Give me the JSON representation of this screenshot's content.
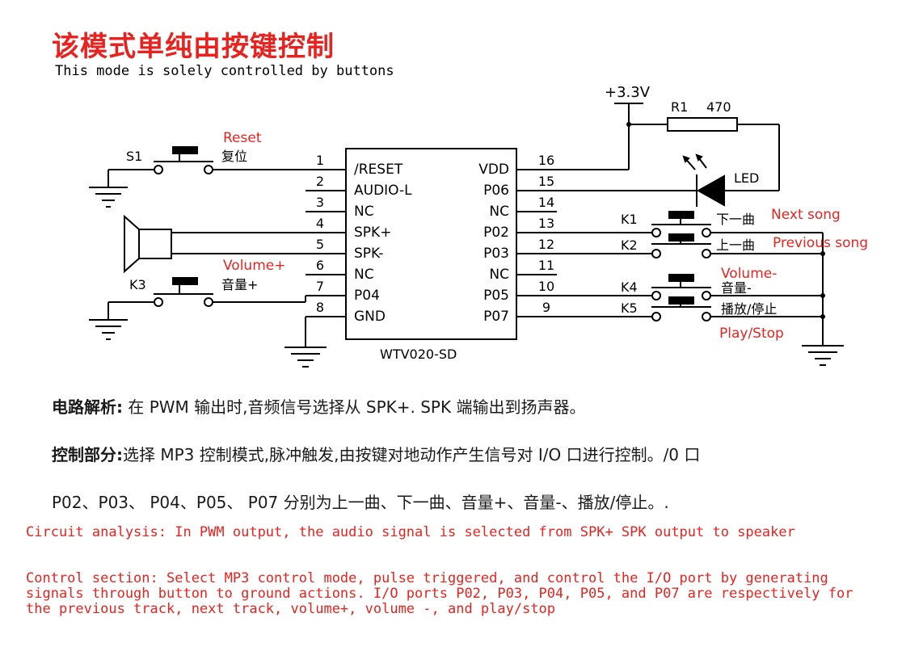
{
  "title_cn": "该模式单纯由按键控制",
  "title_en": "This mode is solely controlled by buttons",
  "circuit": {
    "chip_name": "WTV020-SD",
    "supply": "+3.3V",
    "resistor_label": "R1",
    "resistor_value": "470",
    "led_label": "LED",
    "left_pins": [
      {
        "num": "1",
        "name": "/RESET"
      },
      {
        "num": "2",
        "name": "AUDIO-L"
      },
      {
        "num": "3",
        "name": "NC"
      },
      {
        "num": "4",
        "name": "SPK+"
      },
      {
        "num": "5",
        "name": "SPK-"
      },
      {
        "num": "6",
        "name": "NC"
      },
      {
        "num": "7",
        "name": "P04"
      },
      {
        "num": "8",
        "name": "GND"
      }
    ],
    "right_pins": [
      {
        "num": "16",
        "name": "VDD"
      },
      {
        "num": "15",
        "name": "P06"
      },
      {
        "num": "14",
        "name": "NC"
      },
      {
        "num": "13",
        "name": "P02"
      },
      {
        "num": "12",
        "name": "P03"
      },
      {
        "num": "11",
        "name": "NC"
      },
      {
        "num": "10",
        "name": "P05"
      },
      {
        "num": "9",
        "name": "P07"
      }
    ],
    "s1": {
      "label": "S1",
      "cn": "复位",
      "en": "Reset"
    },
    "k3": {
      "label": "K3",
      "cn": "音量+",
      "en": "Volume+"
    },
    "k1": {
      "label": "K1",
      "cn": "下一曲",
      "en": "Next song"
    },
    "k2": {
      "label": "K2",
      "cn": "上一曲",
      "en": "Previous song"
    },
    "k4": {
      "label": "K4",
      "cn": "音量-",
      "en": "Volume-"
    },
    "k5": {
      "label": "K5",
      "cn": "播放/停止",
      "en": "Play/Stop"
    }
  },
  "analysis": {
    "label": "电路解析:",
    "text": " 在 PWM 输出时,音频信号选择从 SPK+. SPK  端输出到扬声器。"
  },
  "control": {
    "label": "控制部分:",
    "text": "选择 MP3 控制模式,脉冲触发,由按键对地动作产生信号对 I/O 口进行控制。/0 口",
    "line2": "P02、P03、  P04、P05、  P07 分别为上一曲、下一曲、音量+、音量-、播放/停止。."
  },
  "english": {
    "analysis": "Circuit analysis: In PWM output, the audio signal is selected from SPK+ SPK output to speaker",
    "control_line1": "Control section: Select MP3 control mode, pulse triggered, and control the I/O port by generating",
    "control_line2": "signals through button to ground actions. I/O ports P02, P03, P04, P05, and P07 are respectively for",
    "control_line3": "the previous track, next track, volume+, volume -, and play/stop"
  }
}
